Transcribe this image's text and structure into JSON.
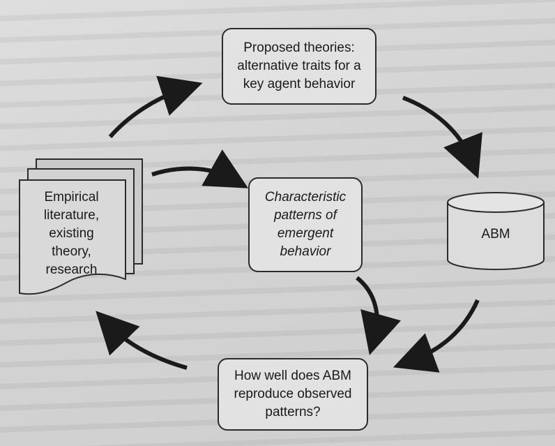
{
  "diagram": {
    "nodes": {
      "literature": "Empirical literature, existing theory, research",
      "theories": "Proposed theories: alternative traits for a key agent behavior",
      "patterns": "Characteristic patterns of emergent behavior",
      "abm": "ABM",
      "reproduce": "How well does ABM reproduce observed patterns?"
    },
    "edges": [
      {
        "from": "literature",
        "to": "theories"
      },
      {
        "from": "literature",
        "to": "patterns"
      },
      {
        "from": "theories",
        "to": "abm"
      },
      {
        "from": "abm",
        "to": "reproduce"
      },
      {
        "from": "patterns",
        "to": "reproduce"
      },
      {
        "from": "reproduce",
        "to": "literature"
      }
    ]
  }
}
